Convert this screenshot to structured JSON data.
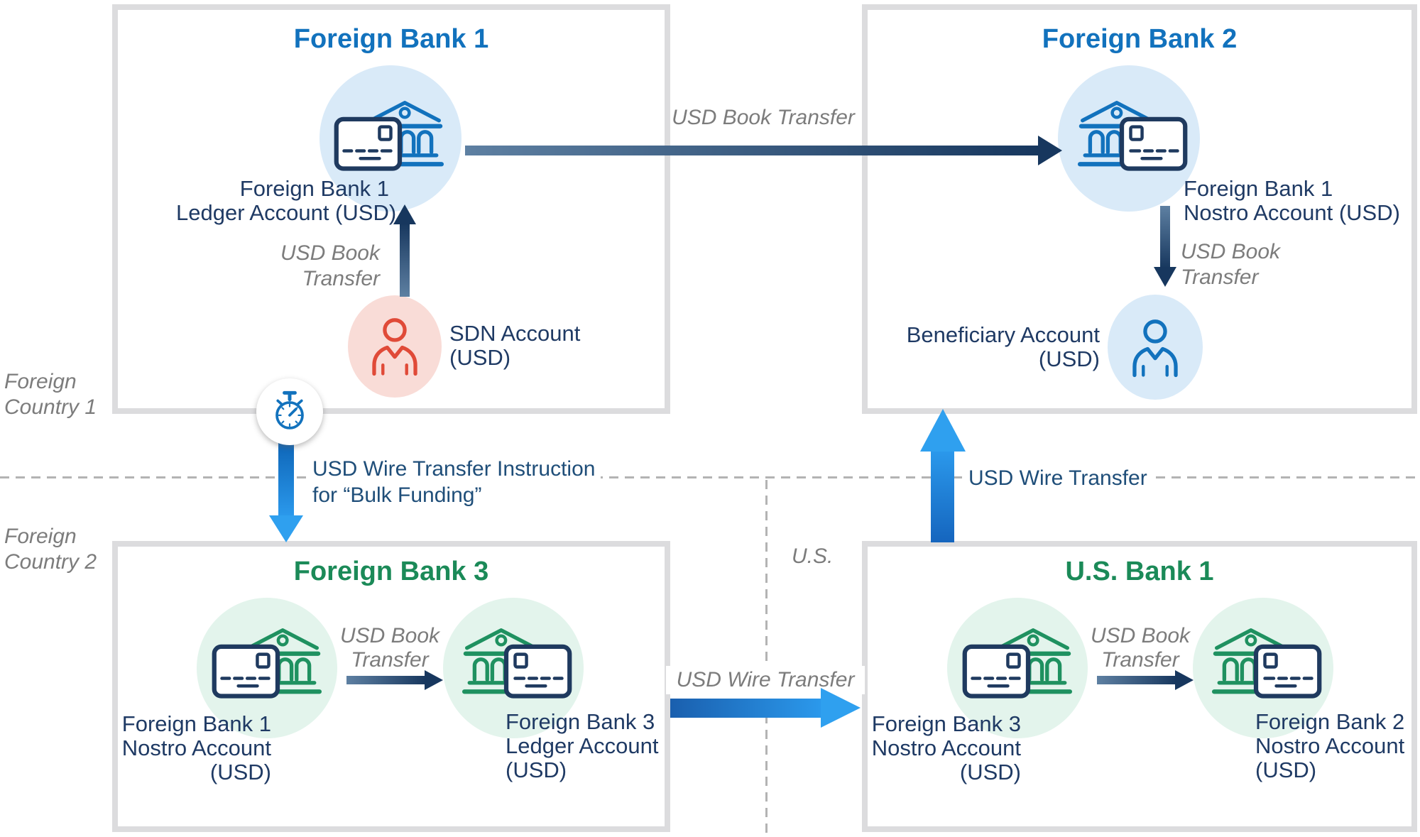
{
  "regions": {
    "country1_line1": "Foreign",
    "country1_line2": "Country 1",
    "country2_line1": "Foreign",
    "country2_line2": "Country 2",
    "us": "U.S."
  },
  "fb1": {
    "title": "Foreign Bank 1",
    "account_line1": "Foreign Bank 1",
    "account_line2": "Ledger Account (USD)",
    "book_line1": "USD Book",
    "book_line2": "Transfer",
    "sdn_line1": "SDN Account",
    "sdn_line2": "(USD)"
  },
  "fb2": {
    "title": "Foreign Bank 2",
    "account_line1": "Foreign Bank 1",
    "account_line2": "Nostro Account (USD)",
    "book_line1": "USD Book",
    "book_line2": "Transfer",
    "beneficiary_line1": "Beneficiary Account",
    "beneficiary_line2": "(USD)"
  },
  "fb3": {
    "title": "Foreign Bank 3",
    "left_line1": "Foreign Bank 1",
    "left_line2": "Nostro Account",
    "left_line3": "(USD)",
    "right_line1": "Foreign Bank 3",
    "right_line2": "Ledger Account",
    "right_line3": "(USD)",
    "book_line1": "USD Book",
    "book_line2": "Transfer"
  },
  "usb1": {
    "title": "U.S. Bank 1",
    "left_line1": "Foreign Bank 3",
    "left_line2": "Nostro Account",
    "left_line3": "(USD)",
    "right_line1": "Foreign Bank 2",
    "right_line2": "Nostro Account",
    "right_line3": "(USD)",
    "book_line1": "USD Book",
    "book_line2": "Transfer"
  },
  "flows": {
    "fb1_to_fb2": "USD Book Transfer",
    "instruction_line1": "USD Wire Transfer Instruction",
    "instruction_line2": "for “Bulk Funding”",
    "fb3_to_usb1": "USD Wire Transfer",
    "usb1_to_fb2": "USD Wire Transfer"
  },
  "colors": {
    "blue_title": "#1272BD",
    "green_title": "#1B8A58",
    "navy_label": "#1F3A64",
    "flow_navy": "#1F4E79",
    "gray_italic": "#7C7C7C",
    "light_blue_circle": "#D9EAF8",
    "mint_circle": "#E3F4EC",
    "pink_circle": "#F9DCD7",
    "red_icon": "#E04A38",
    "blue_icon": "#1272BD",
    "card_navy": "#1F3A5F",
    "green_icon": "#1F9160",
    "arrow_dark_navy": "#17375E",
    "arrow_slate": "#5E80A2",
    "arrow_bright_blue": "#2FA0EF",
    "box_border": "#DCDCDE"
  },
  "icons": {
    "bank_account": "bank-card-icon",
    "sdn_person": "person-icon",
    "beneficiary_person": "person-icon",
    "timer": "stopwatch-icon"
  }
}
